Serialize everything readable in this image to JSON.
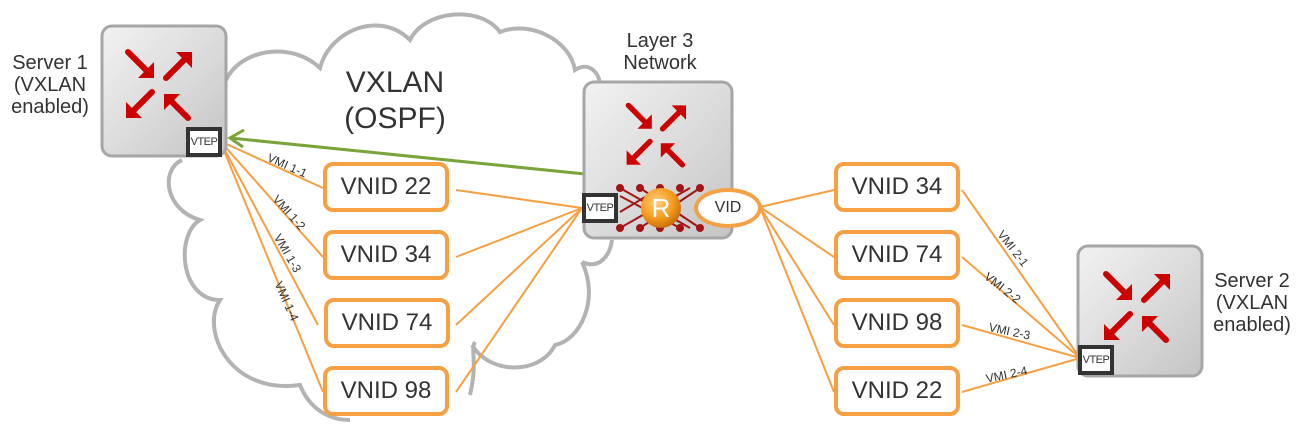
{
  "cloud": {
    "title_line1": "VXLAN",
    "title_line2": "(OSPF)"
  },
  "server1": {
    "line1": "Server 1",
    "line2": "(VXLAN",
    "line3": "enabled)",
    "vtep": "VTEP"
  },
  "server2": {
    "line1": "Server 2",
    "line2": "(VXLAN",
    "line3": "enabled)",
    "vtep": "VTEP"
  },
  "layer3": {
    "line1": "Layer 3",
    "line2": "Network",
    "vtep": "VTEP",
    "router_badge": "R",
    "vid": "VID"
  },
  "left_vnids": [
    "VNID 22",
    "VNID 34",
    "VNID 74",
    "VNID 98"
  ],
  "right_vnids": [
    "VNID 34",
    "VNID 74",
    "VNID 98",
    "VNID 22"
  ],
  "left_vmis": [
    "VMI 1-1",
    "VMI 1-2",
    "VMI 1-3",
    "VMI 1-4"
  ],
  "right_vmis": [
    "VMI 2-1",
    "VMI 2-2",
    "VMI 2-3",
    "VMI 2-4"
  ],
  "colors": {
    "orange": "#f7a043",
    "green": "#7aa33a",
    "red": "#cc0000",
    "cloud": "#b3b3b3"
  }
}
